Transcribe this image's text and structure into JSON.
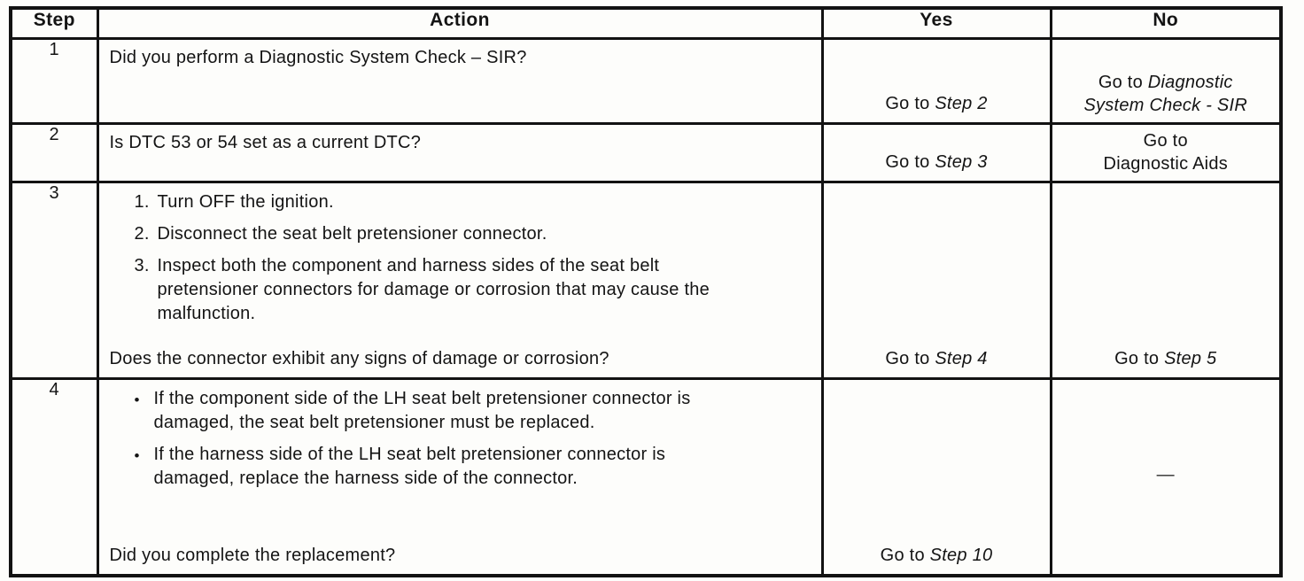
{
  "table": {
    "headers": {
      "step": "Step",
      "action": "Action",
      "yes": "Yes",
      "no": "No"
    },
    "rows": [
      {
        "step": "1",
        "action": {
          "question": "Did you perform a Diagnostic System Check – SIR?"
        },
        "yes": {
          "prefix": "Go to ",
          "target": "Step 2"
        },
        "no": {
          "prefix": "Go to ",
          "target": "Diagnostic System Check - SIR"
        }
      },
      {
        "step": "2",
        "action": {
          "question": "Is DTC 53 or 54 set as a current DTC?"
        },
        "yes": {
          "prefix": "Go to ",
          "target": "Step 3"
        },
        "no": {
          "line1": "Go to",
          "line2": "Diagnostic Aids"
        }
      },
      {
        "step": "3",
        "action": {
          "items": [
            {
              "marker": "1.",
              "text": "Turn OFF the ignition."
            },
            {
              "marker": "2.",
              "text": "Disconnect the seat belt pretensioner connector."
            },
            {
              "marker": "3.",
              "text": "Inspect both the component and harness sides of the seat belt pretensioner connectors for damage or corrosion that may cause the malfunction."
            }
          ],
          "question": "Does the connector exhibit any signs of damage or corrosion?"
        },
        "yes": {
          "prefix": "Go to ",
          "target": "Step 4"
        },
        "no": {
          "prefix": "Go to ",
          "target": "Step 5"
        }
      },
      {
        "step": "4",
        "action": {
          "items": [
            {
              "marker": "•",
              "text": "If the component side of the LH seat belt pretensioner connector is damaged, the seat belt pretensioner must be replaced."
            },
            {
              "marker": "•",
              "text": "If the harness side of the LH seat belt pretensioner connector is damaged, replace the harness side of the connector."
            }
          ],
          "question": "Did you complete the replacement?"
        },
        "yes": {
          "prefix": "Go to ",
          "target": "Step 10"
        },
        "no": {
          "dash": "—"
        }
      }
    ]
  }
}
